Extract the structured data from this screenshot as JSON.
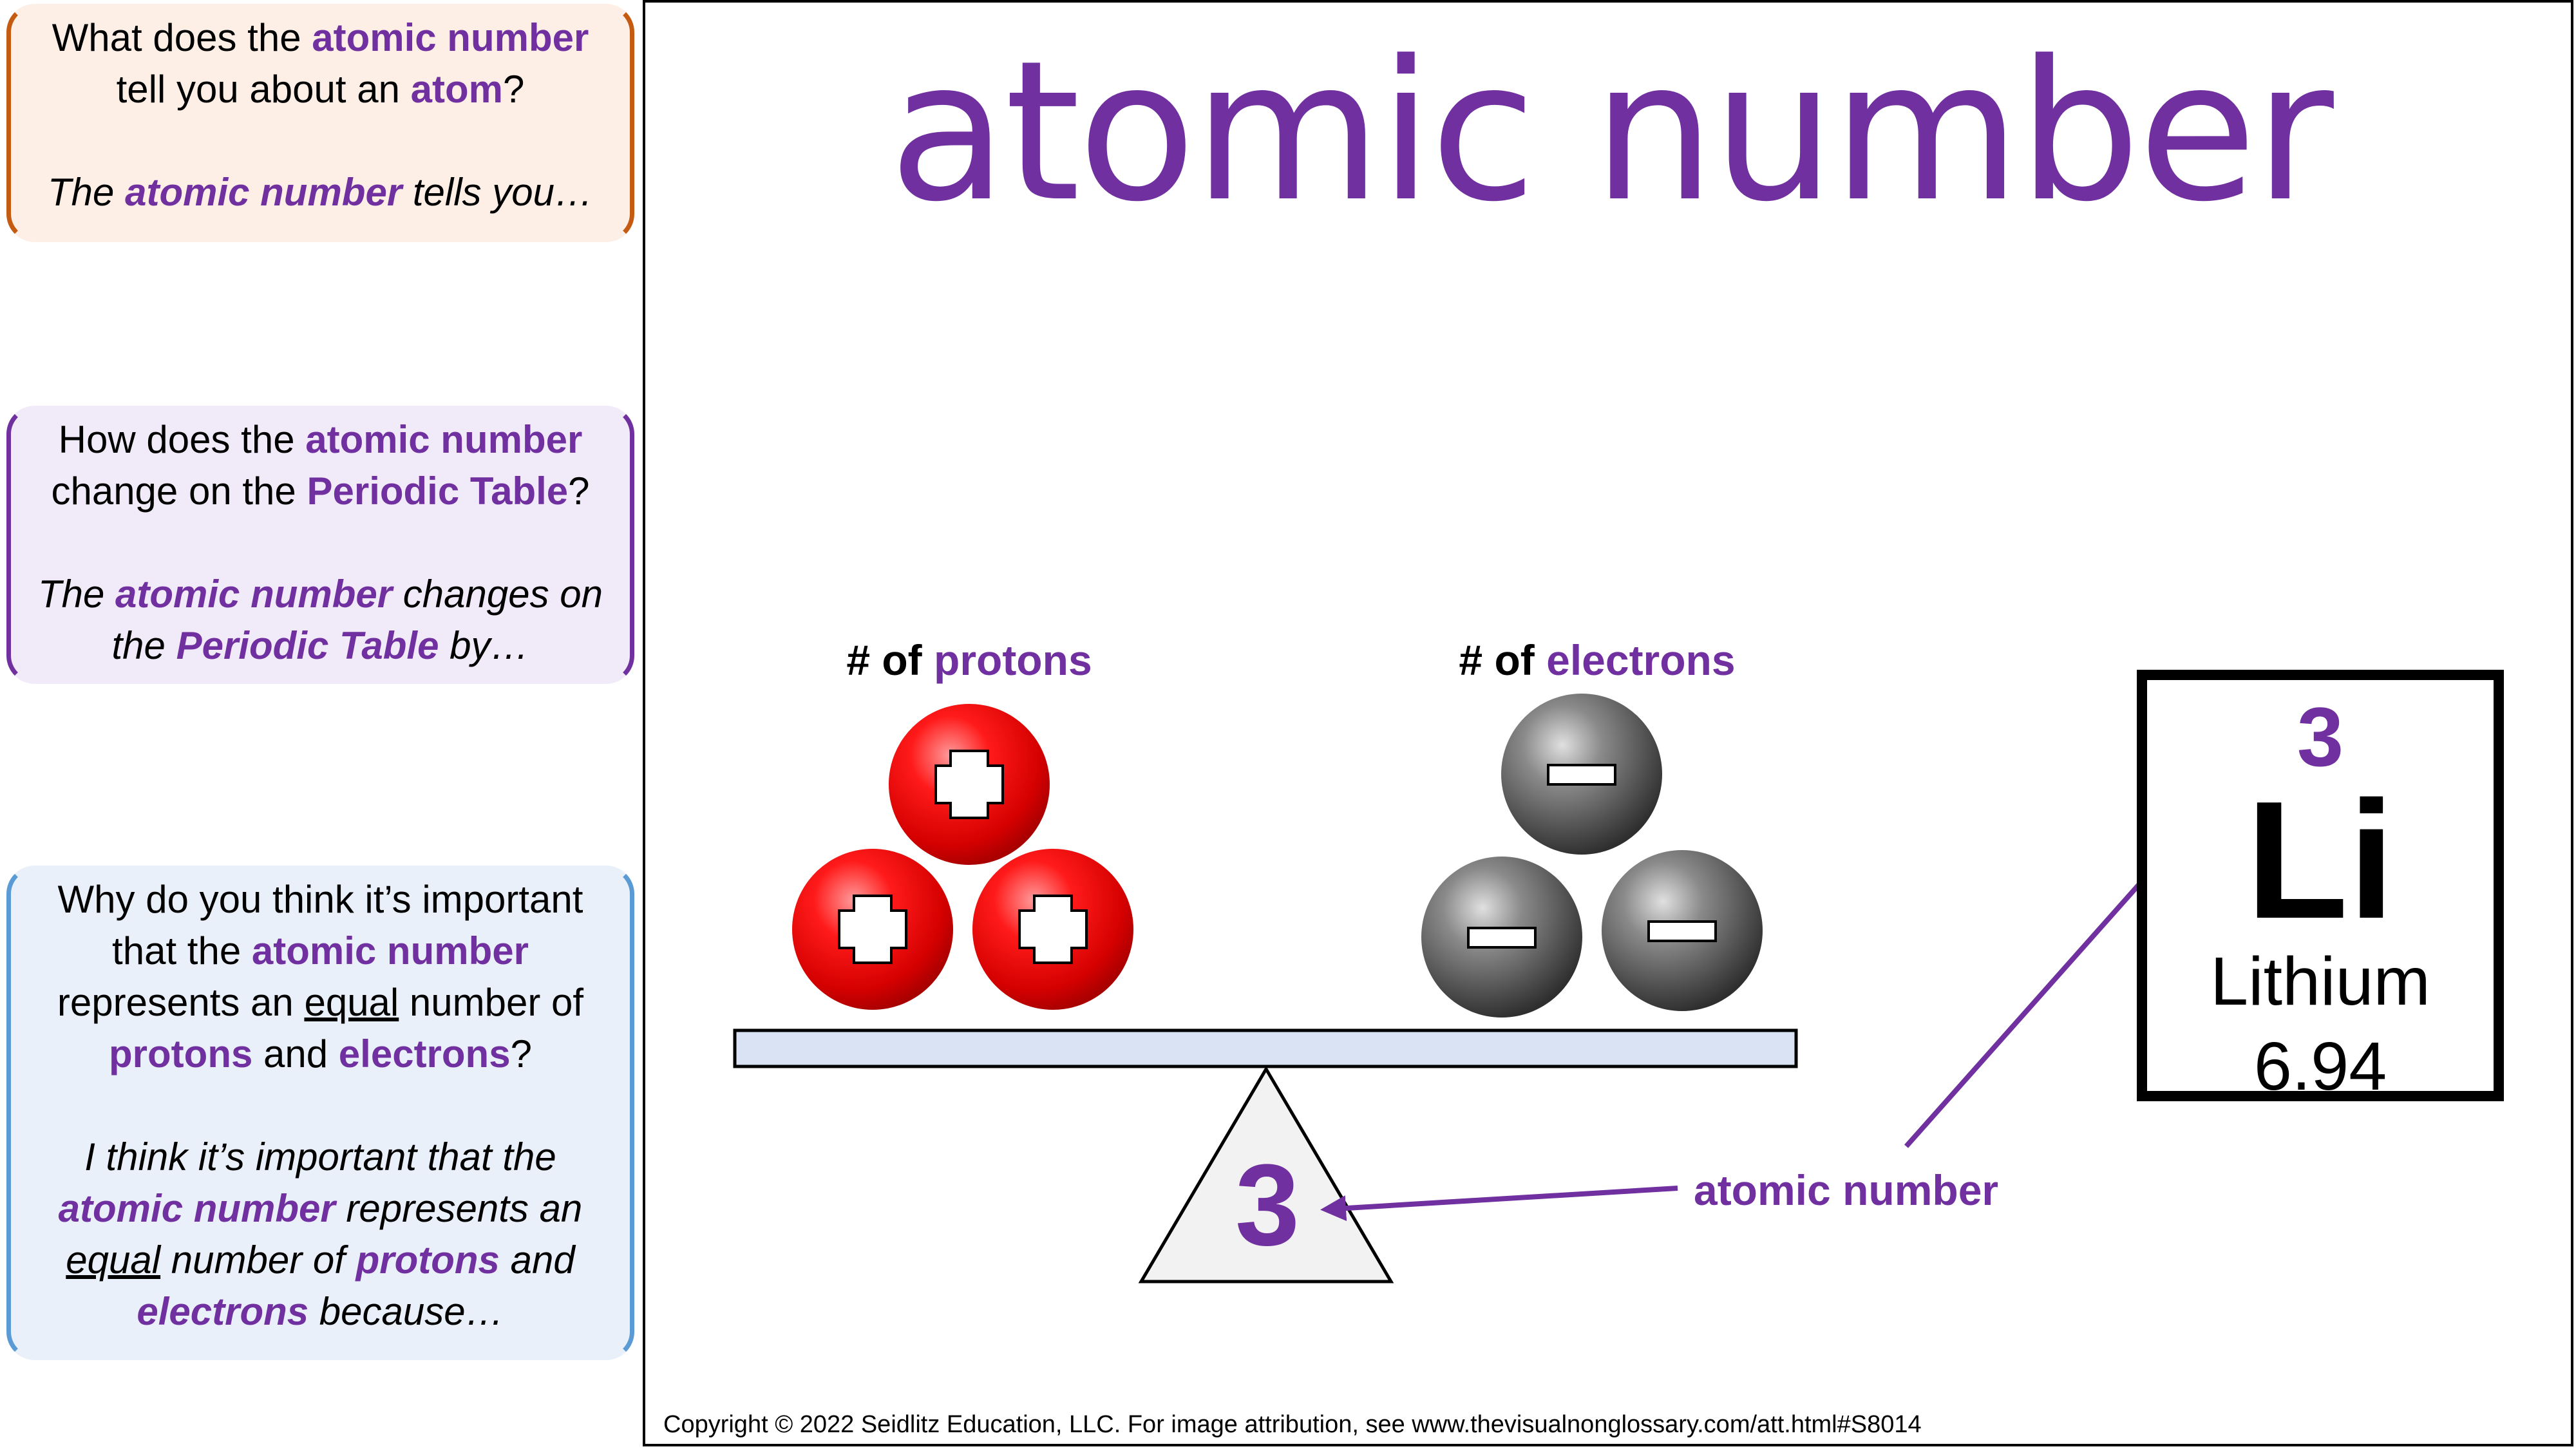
{
  "prompts": {
    "q1": {
      "question": [
        "What does the ",
        "atomic number",
        " tell you about an ",
        "atom",
        "?"
      ],
      "starter": [
        "The ",
        "atomic number",
        " tells you…"
      ]
    },
    "q2": {
      "question": [
        "How does the ",
        "atomic number",
        " change on the ",
        "Periodic Table",
        "?"
      ],
      "starter": [
        "The ",
        "atomic number",
        " changes on the ",
        "Periodic Table",
        " by…"
      ]
    },
    "q3": {
      "question": [
        "Why do you think it’s important that the ",
        "atomic number",
        " represents an ",
        "equal",
        " number of ",
        "protons",
        " and ",
        "electrons",
        "?"
      ],
      "starter": [
        "I think it’s important that the ",
        "atomic number",
        " represents an ",
        "equal",
        " number of ",
        "protons",
        " and ",
        "electrons",
        " because…"
      ]
    }
  },
  "title": "atomic number",
  "diagram": {
    "protons_label": [
      "# of ",
      "protons"
    ],
    "electrons_label": [
      "# of ",
      "electrons"
    ],
    "proton_symbol": "+",
    "electron_symbol": "–",
    "fulcrum_number": "3",
    "arrow_label": "atomic number"
  },
  "element": {
    "number": "3",
    "symbol": "Li",
    "name": "Lithium",
    "mass": "6.94"
  },
  "copyright": "Copyright © 2022 Seidlitz Education, LLC.  For image attribution, see www.thevisualnonglossary.com/att.html#S8014",
  "colors": {
    "accent_purple": "#7030a0",
    "q1_border": "#c55a11",
    "q1_fill": "#fdefe5",
    "q2_border": "#7030a0",
    "q2_fill": "#f1eaf8",
    "q3_border": "#5b9bd5",
    "q3_fill": "#e9f0f9",
    "proton_red": "#e60000",
    "electron_gray": "#555555",
    "beam_fill": "#dae3f3"
  }
}
